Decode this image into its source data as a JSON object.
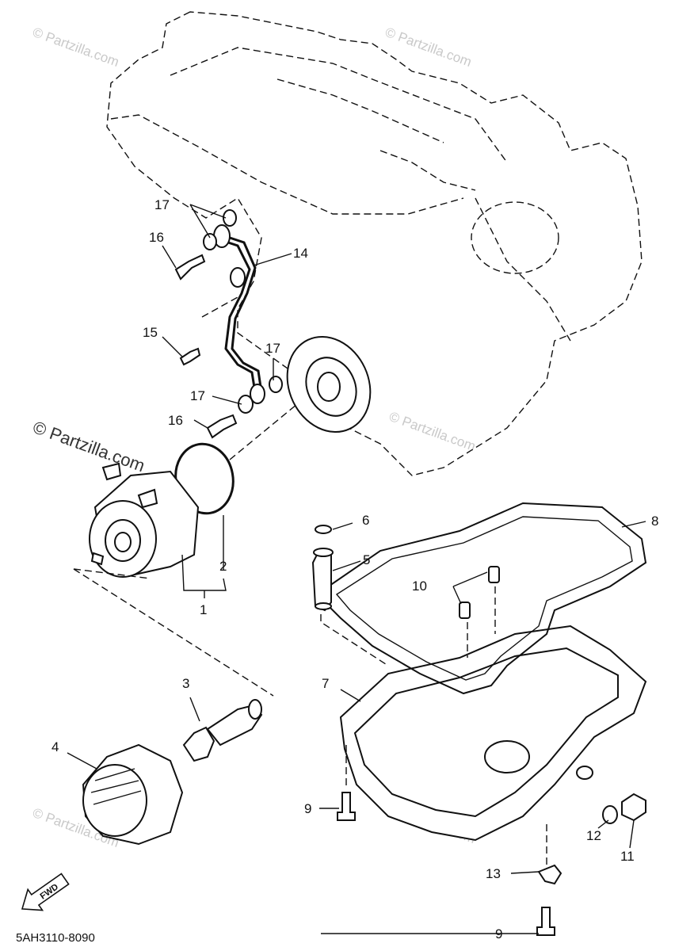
{
  "drawing_code": "5AH3110-8090",
  "fwd_label": "FWD",
  "watermark": "© Partzilla.com",
  "callouts": [
    "1",
    "2",
    "3",
    "4",
    "5",
    "6",
    "7",
    "8",
    "9",
    "10",
    "11",
    "12",
    "13",
    "14",
    "15",
    "16",
    "17"
  ]
}
